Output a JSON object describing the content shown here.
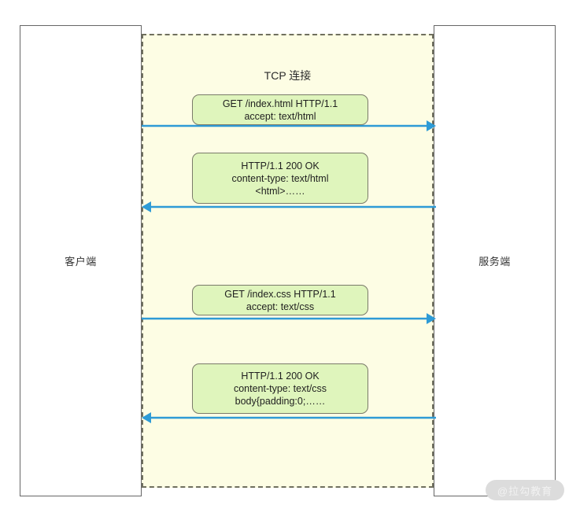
{
  "diagram": {
    "type": "sequence-diagram",
    "title": "",
    "colors": {
      "fragment_bg": "#fdfde4",
      "fragment_border": "#6f6f5e",
      "message_box_bg": "#dff5bc",
      "message_box_border": "#7a7a6a",
      "arrow": "#2e9bd6",
      "participant_border": "#666666",
      "text": "#1f1f1f"
    },
    "participants": [
      {
        "id": "client",
        "label": "客户端",
        "side": "left"
      },
      {
        "id": "server",
        "label": "服务端",
        "side": "right"
      }
    ],
    "fragment": {
      "label": "TCP 连接"
    },
    "messages": [
      {
        "id": "m1",
        "direction": "right",
        "from": "client",
        "to": "server",
        "lines": [
          "GET /index.html HTTP/1.1",
          "accept: text/html"
        ]
      },
      {
        "id": "m2",
        "direction": "left",
        "from": "server",
        "to": "client",
        "lines": [
          "HTTP/1.1 200 OK",
          "content-type: text/html",
          "<html>……"
        ]
      },
      {
        "id": "m3",
        "direction": "right",
        "from": "client",
        "to": "server",
        "lines": [
          "GET /index.css HTTP/1.1",
          "accept: text/css"
        ]
      },
      {
        "id": "m4",
        "direction": "left",
        "from": "server",
        "to": "client",
        "lines": [
          "HTTP/1.1 200 OK",
          "content-type: text/css",
          "body{padding:0;……"
        ]
      }
    ],
    "watermark": "@拉勾教育"
  }
}
